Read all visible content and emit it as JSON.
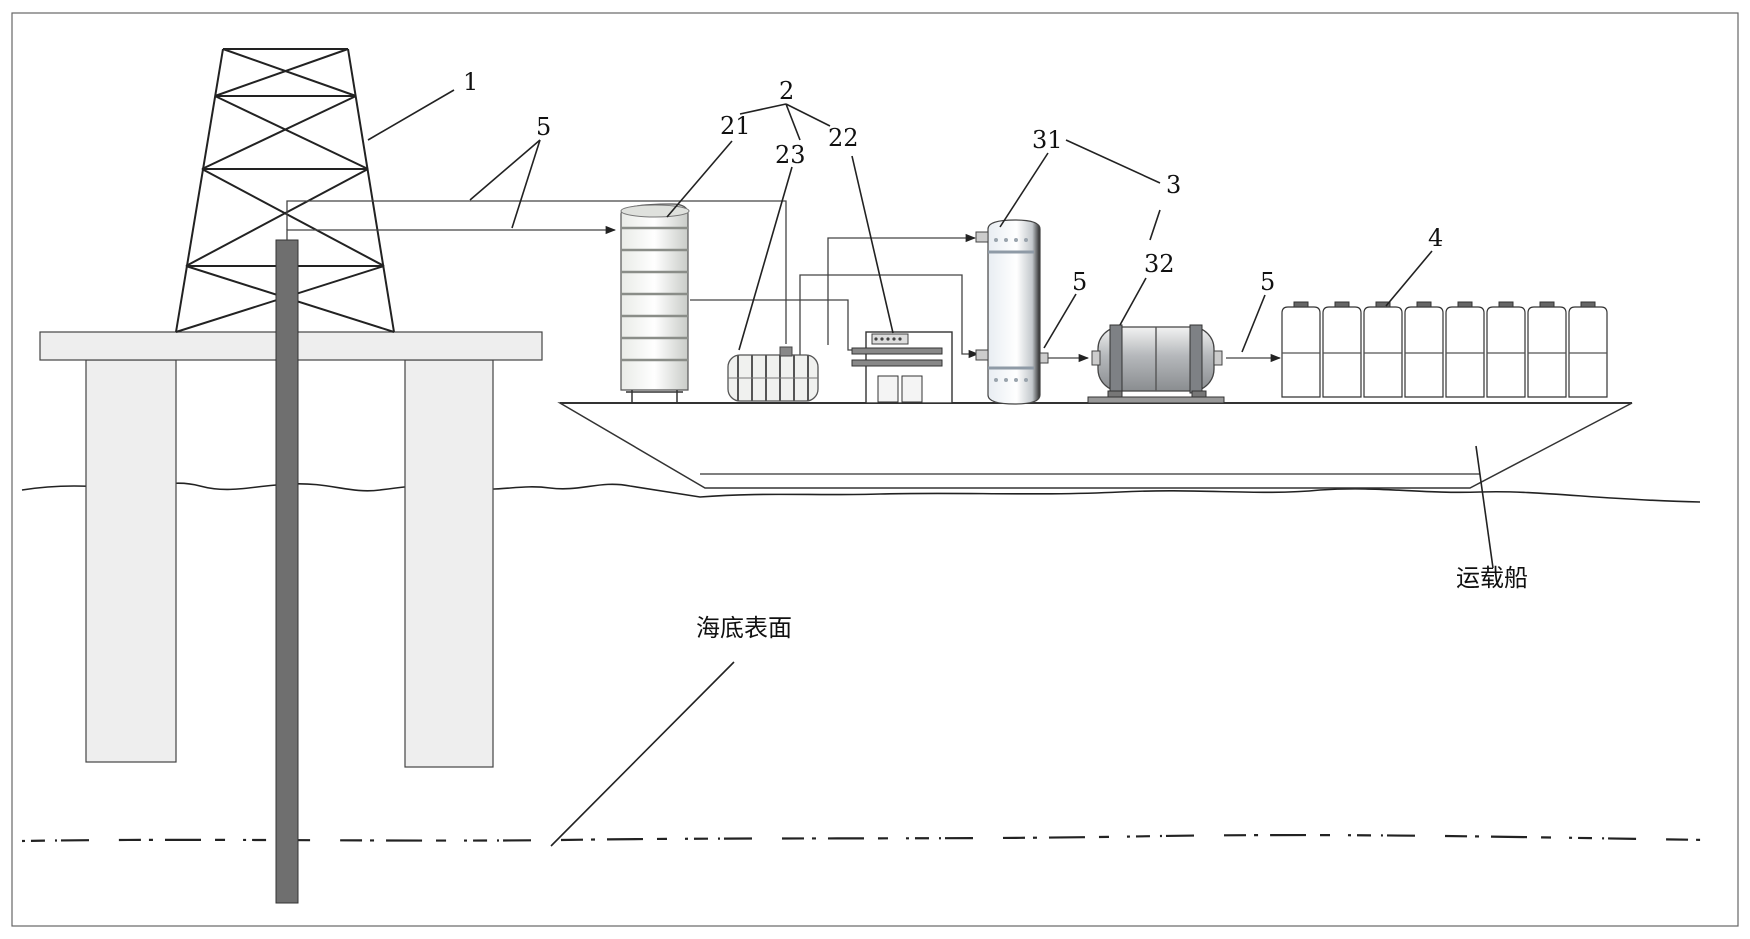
{
  "labels": {
    "platform": "1",
    "treatment_unit": "2",
    "tank_21": "21",
    "device_22": "22",
    "device_23": "23",
    "liquefaction_unit": "3",
    "column_31": "31",
    "tank_32": "32",
    "storage": "4",
    "pipeline_a": "5",
    "pipeline_b": "5",
    "pipeline_c": "5"
  },
  "text": {
    "ship": "运载船",
    "seabed": "海底表面"
  },
  "colors": {
    "line": "#222222",
    "platform_fill": "#eeeeee",
    "well_pipe": "#6f6f6f",
    "equipment": "#d9dcd8",
    "tank_metal": "#b9bcbf"
  }
}
